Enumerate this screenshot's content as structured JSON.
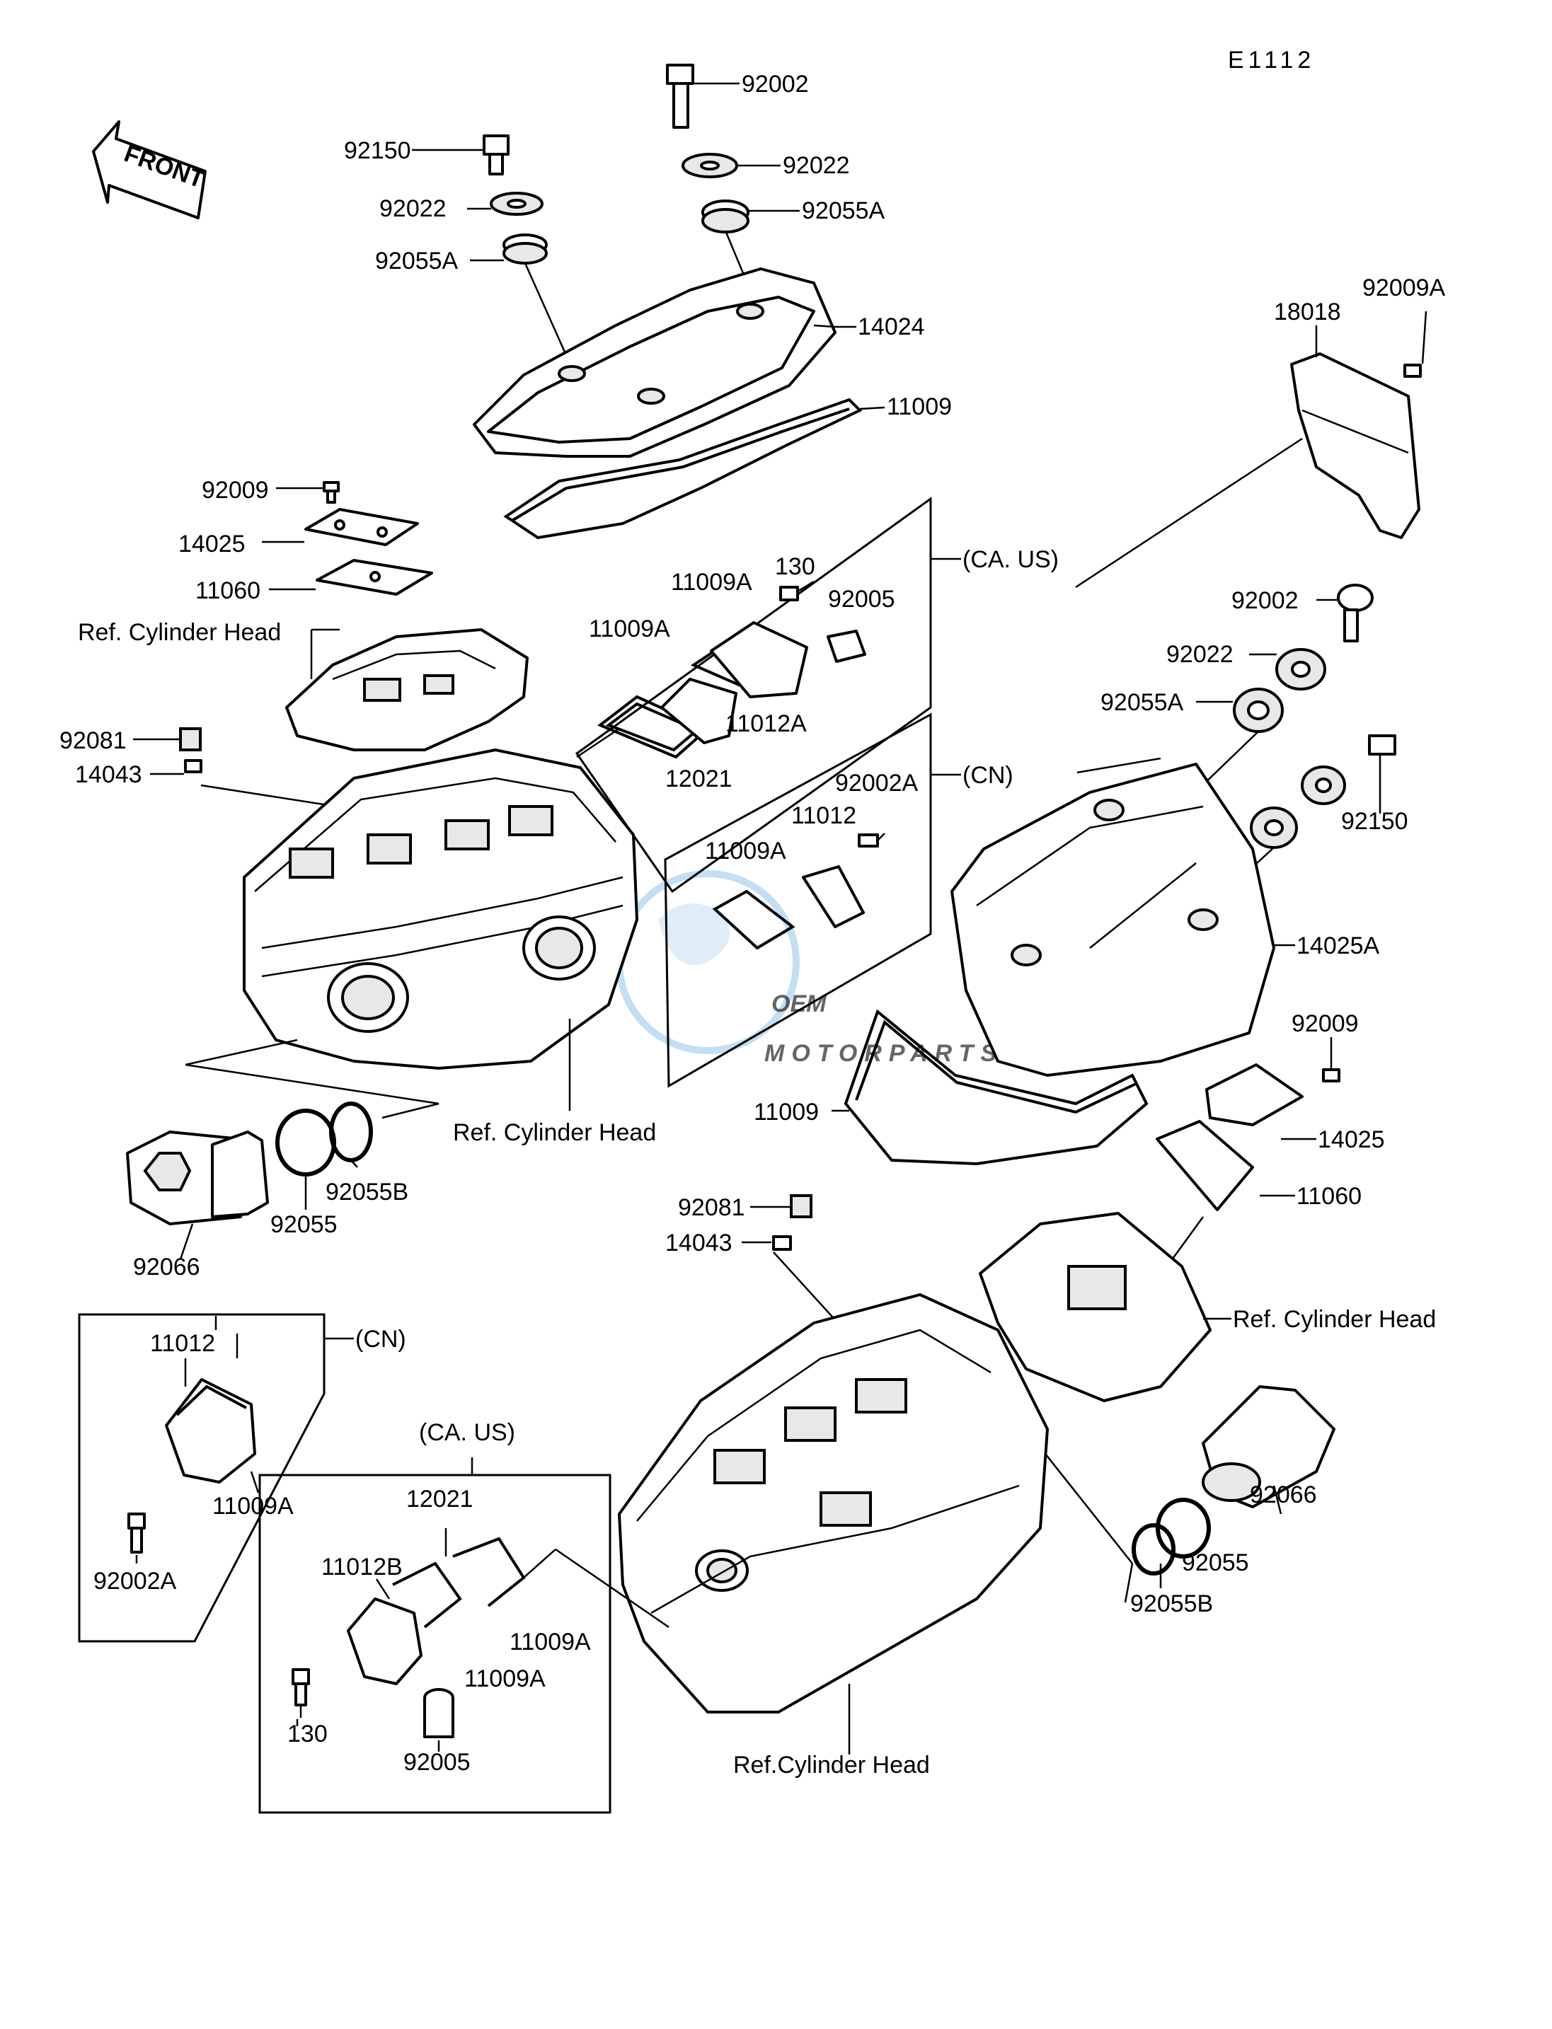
{
  "diagram_code": "E1112",
  "front_arrow_label": "FRONT",
  "watermark": {
    "brand": "OEM",
    "subtitle": "MOTORPARTS",
    "color": "#8fc5ea"
  },
  "groups": {
    "ca_us_upper": "(CA. US)",
    "cn_upper": "(CN)",
    "cn_lower": "(CN)",
    "ca_us_lower": "(CA. US)"
  },
  "refs": {
    "cyl_head_upper_left": "Ref. Cylinder Head",
    "cyl_head_mid_left": "Ref. Cylinder Head",
    "cyl_head_right": "Ref. Cylinder Head",
    "cyl_head_bottom": "Ref.Cylinder Head"
  },
  "labels": {
    "p92002_top": "92002",
    "p92022_top": "92022",
    "p92055A_top": "92055A",
    "p92150_left": "92150",
    "p92022_left": "92022",
    "p92055A_left": "92055A",
    "p14024": "14024",
    "p11009_top": "11009",
    "p18018": "18018",
    "p92009A": "92009A",
    "p92009_left": "92009",
    "p14025_left": "14025",
    "p11060_left": "11060",
    "p130_upper": "130",
    "p11009A_upper1": "11009A",
    "p11009A_upper2": "11009A",
    "p92005_upper": "92005",
    "p11012A": "11012A",
    "p12021_upper": "12021",
    "p92081_left": "92081",
    "p14043_left": "14043",
    "p92002A_upper": "92002A",
    "p11012_upper": "11012",
    "p11009A_cn": "11009A",
    "p92002_right": "92002",
    "p92022_right": "92022",
    "p92055A_right": "92055A",
    "p92150_right": "92150",
    "p14025A": "14025A",
    "p11009_mid": "11009",
    "p92009_right": "92009",
    "p14025_right": "14025",
    "p11060_right": "11060",
    "p92066_left": "92066",
    "p92055_left": "92055",
    "p92055B_left": "92055B",
    "p92081_mid": "92081",
    "p14043_mid": "14043",
    "p92066_right": "92066",
    "p92055_right": "92055",
    "p92055B_right": "92055B",
    "p11012_lower": "11012",
    "p11009A_lower_cn": "11009A",
    "p92002A_lower": "92002A",
    "p12021_lower": "12021",
    "p11012B": "11012B",
    "p11009A_lower1": "11009A",
    "p11009A_lower2": "11009A",
    "p130_lower": "130",
    "p92005_lower": "92005"
  }
}
